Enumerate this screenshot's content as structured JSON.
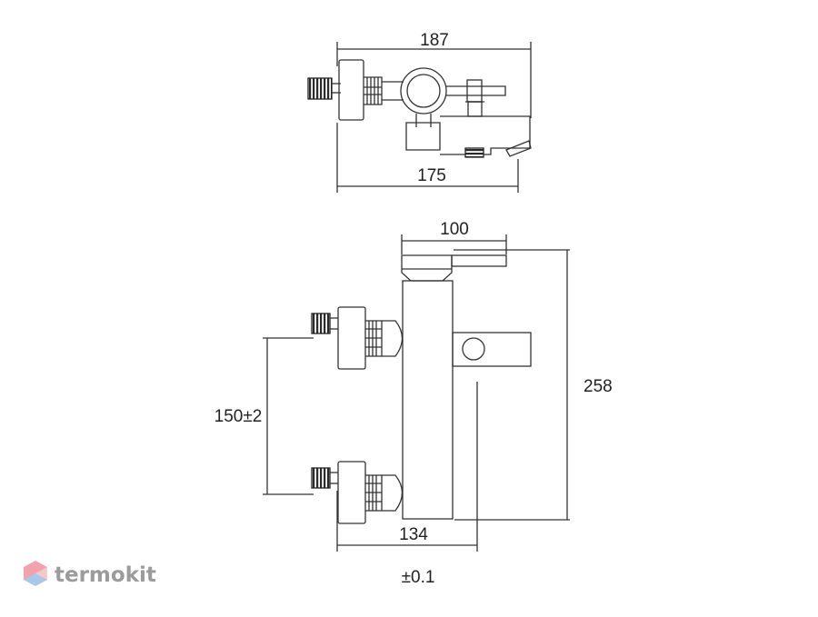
{
  "dimensions": {
    "top_width": "187",
    "top_depth": "175",
    "handle_width": "100",
    "height": "258",
    "center_distance": "150±2",
    "projection": "134",
    "tolerance": "±0.1"
  },
  "logo": {
    "text": "termokit",
    "colors": {
      "pink": "#f0a2ad",
      "blue": "#a9c7ea",
      "text": "#9b9b9b"
    }
  }
}
